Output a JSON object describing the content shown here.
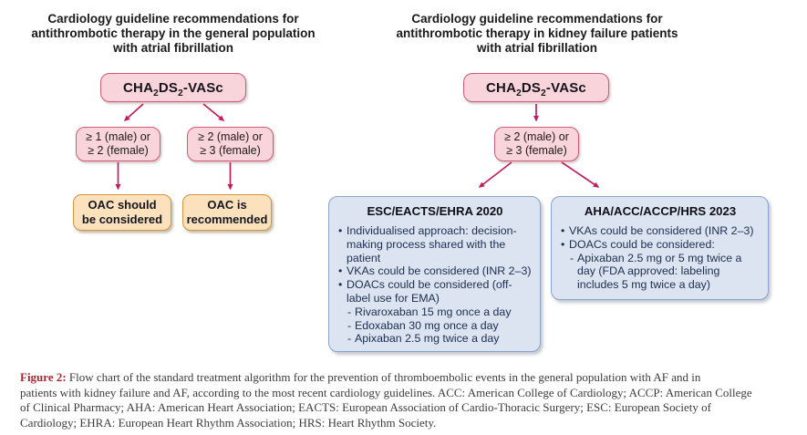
{
  "colors": {
    "pink_fill": "#f9d4da",
    "pink_border": "#cf5b76",
    "orange_fill": "#fbe2bd",
    "orange_border": "#da913e",
    "blue_fill": "#dbe4f0",
    "blue_border": "#8aa5c8",
    "arrow": "#c01d5e",
    "figure_label_red": "#a32936",
    "caption_text": "#3c3c3c",
    "blue_box_text": "#1c2e50"
  },
  "score_label": {
    "p1": "CHA",
    "s1": "2",
    "p2": "DS",
    "s2": "2",
    "p3": "-VASc"
  },
  "left_chart": {
    "title": [
      "Cardiology guideline recommendations for",
      "antithrombotic therapy in the general population",
      "with atrial fibrillation"
    ],
    "branch_low": {
      "line1": "≥ 1 (male) or",
      "line2": "≥ 2 (female)"
    },
    "branch_high": {
      "line1": "≥ 2 (male) or",
      "line2": "≥ 3 (female)"
    },
    "outcome_considered": {
      "line1": "OAC should",
      "line2": "be considered"
    },
    "outcome_recommended": {
      "line1": "OAC is",
      "line2": "recommended"
    }
  },
  "right_chart": {
    "title": [
      "Cardiology guideline recommendations for",
      "antithrombotic therapy in kidney failure patients",
      "with atrial fibrillation"
    ],
    "branch": {
      "line1": "≥ 2 (male) or",
      "line2": "≥ 3 (female)"
    },
    "esc_box": {
      "header": "ESC/EACTS/EHRA 2020",
      "items": [
        {
          "marker": "•",
          "text": "Individualised approach: decision-making process shared with the patient"
        },
        {
          "marker": "•",
          "text": "VKAs could be considered (INR 2–3)"
        },
        {
          "marker": "•",
          "text": "DOACs could be considered (off-label use for EMA)"
        },
        {
          "marker": "-",
          "text": "Rivaroxaban 15 mg once a day"
        },
        {
          "marker": "-",
          "text": "Edoxaban 30 mg once a day"
        },
        {
          "marker": "-",
          "text": "Apixaban 2.5 mg twice a day"
        }
      ]
    },
    "aha_box": {
      "header": "AHA/ACC/ACCP/HRS 2023",
      "items": [
        {
          "marker": "•",
          "text": "VKAs could be considered (INR 2–3)"
        },
        {
          "marker": "•",
          "text": "DOACs could be considered:"
        },
        {
          "marker": "-",
          "text": "Apixaban 2.5 mg or 5 mg twice a day (FDA approved: labeling includes 5 mg twice a day)"
        }
      ]
    }
  },
  "caption": {
    "label": "Figure 2:",
    "line1_rest": " Flow chart of the standard treatment algorithm for the prevention of thromboembolic events in the general population with AF and in",
    "line2": "patients with kidney failure and AF, according to the most recent cardiology guidelines. ACC: American College of Cardiology; ACCP: American College",
    "line3": "of Clinical Pharmacy; AHA: American Heart Association; EACTS: European Association of Cardio-Thoracic Surgery; ESC: European Society of",
    "line4": "Cardiology; EHRA: European Heart Rhythm Association; HRS: Heart Rhythm Society."
  }
}
